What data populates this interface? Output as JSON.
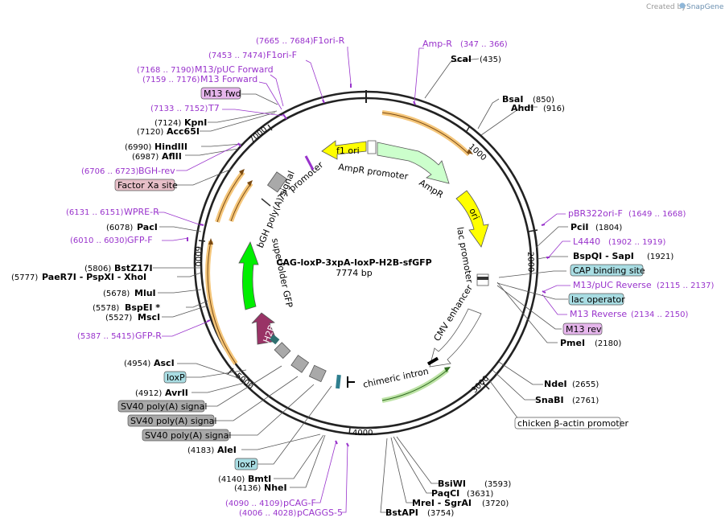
{
  "credit": {
    "prefix": "Created by",
    "brand": "SnapGene"
  },
  "plasmid": {
    "name": "CAG-loxP-3xpA-loxP-H2B-sfGFP",
    "length": "7774 bp"
  },
  "ticks": [
    "1000",
    "2000",
    "3000",
    "4000",
    "5000",
    "6000",
    "7000"
  ],
  "restriction_sites": [
    {
      "name": "ScaI",
      "pos": "(435)"
    },
    {
      "name": "BsaI",
      "pos": "(850)"
    },
    {
      "name": "AhdI",
      "pos": "(916)"
    },
    {
      "name": "PciI",
      "pos": "(1804)"
    },
    {
      "name": "BspQI - SapI",
      "pos": "(1921)"
    },
    {
      "name": "PmeI",
      "pos": "(2180)"
    },
    {
      "name": "NdeI",
      "pos": "(2655)"
    },
    {
      "name": "SnaBI",
      "pos": "(2761)"
    },
    {
      "name": "BsiWI",
      "pos": "(3593)"
    },
    {
      "name": "PaqCI",
      "pos": "(3631)"
    },
    {
      "name": "MreI - SgrAI",
      "pos": "(3720)"
    },
    {
      "name": "BstAPI",
      "pos": "(3754)"
    },
    {
      "name": "NheI",
      "pos": "(4136)"
    },
    {
      "name": "BmtI",
      "pos": "(4140)"
    },
    {
      "name": "AleI",
      "pos": "(4183)"
    },
    {
      "name": "AvrII",
      "pos": "(4912)"
    },
    {
      "name": "AscI",
      "pos": "(4954)"
    },
    {
      "name": "MscI",
      "pos": "(5527)"
    },
    {
      "name": "BspEI *",
      "pos": "(5578)"
    },
    {
      "name": "MluI",
      "pos": "(5678)"
    },
    {
      "name": "PaeR7I - PspXI - XhoI",
      "pos": "(5777)"
    },
    {
      "name": "BstZ17I",
      "pos": "(5806)"
    },
    {
      "name": "PacI",
      "pos": "(6078)"
    },
    {
      "name": "AflII",
      "pos": "(6987)"
    },
    {
      "name": "HindIII",
      "pos": "(6990)"
    },
    {
      "name": "Acc65I",
      "pos": "(7120)"
    },
    {
      "name": "KpnI",
      "pos": "(7124)"
    }
  ],
  "primers": [
    {
      "name": "Amp-R",
      "pos": "(347 .. 366)"
    },
    {
      "name": "F1ori-R",
      "pos": "(7665 .. 7684)"
    },
    {
      "name": "F1ori-F",
      "pos": "(7453 .. 7474)"
    },
    {
      "name": "M13/pUC Forward",
      "pos": "(7168 .. 7190)"
    },
    {
      "name": "M13 Forward",
      "pos": "(7159 .. 7176)"
    },
    {
      "name": "T7",
      "pos": "(7133 .. 7152)"
    },
    {
      "name": "BGH-rev",
      "pos": "(6706 .. 6723)"
    },
    {
      "name": "WPRE-R",
      "pos": "(6131 .. 6151)"
    },
    {
      "name": "GFP-F",
      "pos": "(6010 .. 6030)"
    },
    {
      "name": "GFP-R",
      "pos": "(5387 .. 5415)"
    },
    {
      "name": "pBR322ori-F",
      "pos": "(1649 .. 1668)"
    },
    {
      "name": "L4440",
      "pos": "(1902 .. 1919)"
    },
    {
      "name": "M13/pUC Reverse",
      "pos": "(2115 .. 2137)"
    },
    {
      "name": "M13 Reverse",
      "pos": "(2134 .. 2150)"
    },
    {
      "name": "pCAG-F",
      "pos": "(4090 .. 4109)"
    },
    {
      "name": "pCAGGS-5",
      "pos": "(4006 .. 4028)"
    }
  ],
  "feature_boxes": [
    {
      "label": "M13 fwd"
    },
    {
      "label": "Factor Xa site"
    },
    {
      "label": "CAP binding site"
    },
    {
      "label": "lac operator"
    },
    {
      "label": "M13 rev"
    },
    {
      "label": "chicken β-actin promoter"
    },
    {
      "label": "loxP"
    },
    {
      "label": "SV40 poly(A) signal"
    },
    {
      "label": "SV40 poly(A) signal"
    },
    {
      "label": "SV40 poly(A) signal"
    },
    {
      "label": "loxP"
    }
  ],
  "inner_features": [
    {
      "label": "f1 ori"
    },
    {
      "label": "AmpR promoter"
    },
    {
      "label": "AmpR"
    },
    {
      "label": "ori"
    },
    {
      "label": "lac promoter"
    },
    {
      "label": "CMV enhancer"
    },
    {
      "label": "chimeric intron"
    },
    {
      "label": "H2B"
    },
    {
      "label": "superfolder GFP"
    },
    {
      "label": "bGH poly(A) signal"
    },
    {
      "label": "T7 promoter"
    }
  ],
  "colors": {
    "ampr": "#ccffcc",
    "ori": "#ffff00",
    "f1ori": "#ffff00",
    "sfgfp": "#00ee00",
    "h2b": "#993366",
    "polyA": "#a9a9a9",
    "orf_highlight": "#f5c67a",
    "primer": "#9933cc"
  }
}
